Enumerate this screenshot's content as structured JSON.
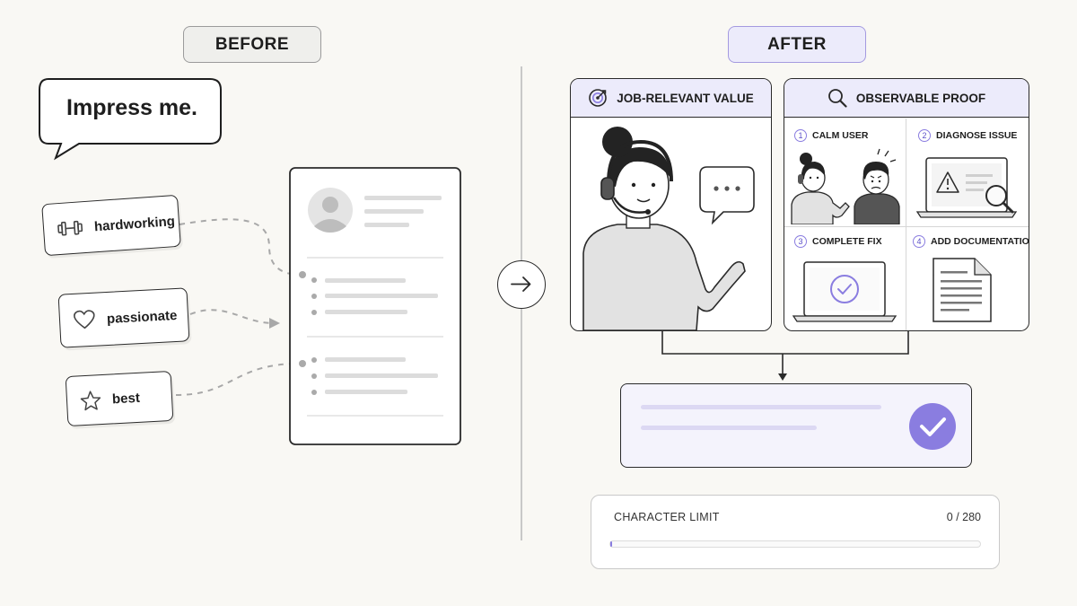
{
  "before": {
    "label": "BEFORE",
    "speech": "Impress me.",
    "tags": [
      {
        "text": "hardworking",
        "icon": "dumbbell-icon"
      },
      {
        "text": "passionate",
        "icon": "heart-icon"
      },
      {
        "text": "best",
        "icon": "star-icon"
      }
    ]
  },
  "after": {
    "label": "AFTER",
    "value_panel": {
      "title": "JOB-RELEVANT VALUE",
      "icon": "target-icon"
    },
    "proof_panel": {
      "title": "OBSERVABLE PROOF",
      "icon": "magnifier-icon",
      "steps": [
        {
          "num": "1",
          "label": "CALM USER"
        },
        {
          "num": "2",
          "label": "DIAGNOSE ISSUE"
        },
        {
          "num": "3",
          "label": "COMPLETE FIX"
        },
        {
          "num": "4",
          "label": "ADD DOCUMENTATION"
        }
      ]
    },
    "char_limit": {
      "label": "CHARACTER LIMIT",
      "count": "0 / 280"
    }
  },
  "colors": {
    "accent": "#8a7de0",
    "panel_head": "#ecebfb",
    "background": "#f9f8f4"
  }
}
